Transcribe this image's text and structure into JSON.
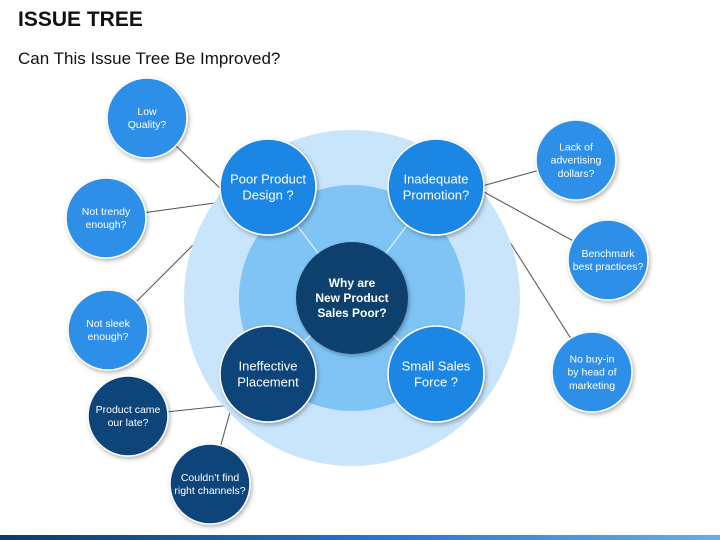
{
  "header": {
    "title": "ISSUE TREE",
    "subtitle": "Can This Issue Tree Be Improved?"
  },
  "colors": {
    "outer_ring": "#c9e5fb",
    "inner_ring": "#7fc4f4",
    "center": "#0d3f6c",
    "primary_blue": "#1f86e5",
    "dark_blue": "#10457a",
    "leaf_light": "#2f8fe9",
    "connector": "#5a5a5a"
  },
  "center": {
    "lines": [
      "Why are",
      "New Product",
      "Sales Poor?"
    ]
  },
  "branches": [
    {
      "id": "poor-product-design",
      "lines": [
        "Poor Product",
        "Design ?"
      ],
      "style": "light",
      "leaves": [
        {
          "id": "low-quality",
          "lines": [
            "Low",
            "Quality?"
          ],
          "style": "light"
        },
        {
          "id": "not-trendy",
          "lines": [
            "Not trendy",
            "enough?"
          ],
          "style": "light"
        },
        {
          "id": "not-sleek",
          "lines": [
            "Not sleek",
            "enough?"
          ],
          "style": "light"
        }
      ]
    },
    {
      "id": "inadequate-promotion",
      "lines": [
        "Inadequate",
        "Promotion?"
      ],
      "style": "light",
      "leaves": [
        {
          "id": "lack-advertising",
          "lines": [
            "Lack of",
            "advertising",
            "dollars?"
          ],
          "style": "light"
        },
        {
          "id": "benchmark",
          "lines": [
            "Benchmark",
            "best practices?"
          ],
          "style": "light"
        },
        {
          "id": "no-buy-in",
          "lines": [
            "No buy-in",
            "by head of",
            "marketing"
          ],
          "style": "light"
        }
      ]
    },
    {
      "id": "ineffective-placement",
      "lines": [
        "Ineffective",
        "Placement"
      ],
      "style": "dark",
      "leaves": [
        {
          "id": "product-late",
          "lines": [
            "Product came",
            "our late?"
          ],
          "style": "dark"
        },
        {
          "id": "right-channels",
          "lines": [
            "Couldn’t find",
            "right channels?"
          ],
          "style": "dark"
        }
      ]
    },
    {
      "id": "small-sales-force",
      "lines": [
        "Small Sales",
        "Force ?"
      ],
      "style": "light",
      "leaves": []
    }
  ]
}
